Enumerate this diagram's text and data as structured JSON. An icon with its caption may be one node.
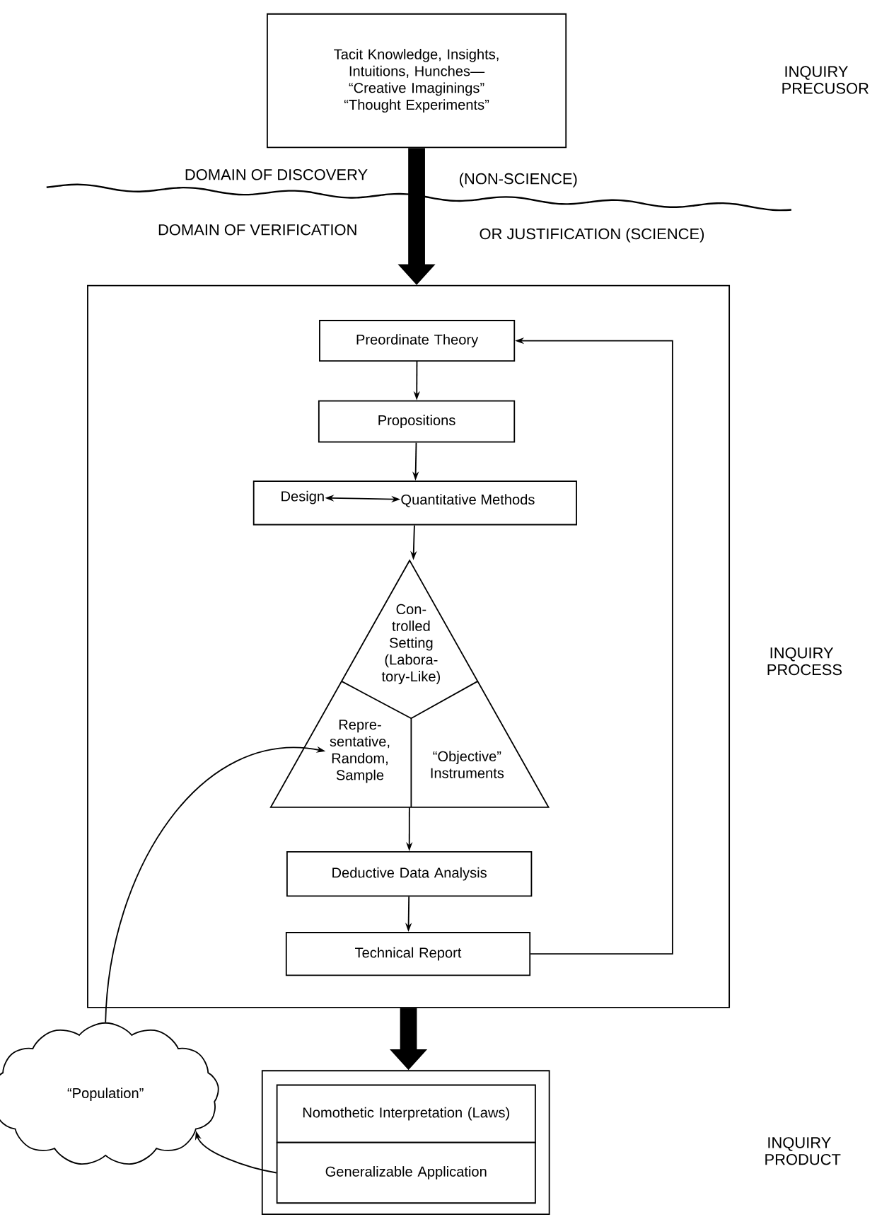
{
  "diagram": {
    "nodes": [
      {
        "text": [
          "Tacit Knowledge, Insights, Intuitions, Hunches—",
          "“Creative Imaginings”",
          "“Thought Experiments”"
        ]
      },
      {
        "text": [],
        "shape": "box"
      },
      {
        "text": [
          "Preordinate Theory"
        ],
        "in": 1
      },
      {
        "text": [
          "Propositions"
        ],
        "in": 1
      },
      {
        "text": [],
        "shape": "box",
        "in": 1
      },
      {
        "text": [
          "Design"
        ],
        "in": 4
      },
      {
        "text": [
          "Quantitative Methods"
        ],
        "in": 4
      },
      {
        "text": [],
        "shape": "triangle",
        "in": 1
      },
      {
        "text": [
          "Con- trolled Setting (Labora- tory-Like)"
        ],
        "in": 7
      },
      {
        "text": [
          "Repre- sentative, Random, Sample"
        ],
        "in": 7
      },
      {
        "text": [
          "“Objective” Instruments"
        ],
        "in": 7
      },
      {
        "text": [
          "Deductive Data Analysis"
        ],
        "in": 1
      },
      {
        "text": [
          "Technical Report"
        ],
        "in": 1
      },
      {
        "text": [
          "“Population”"
        ]
      },
      {
        "text": [],
        "shape": "box"
      },
      {
        "text": [
          "Nomothetic Interpretation (Laws)"
        ],
        "in": 14
      },
      {
        "text": [
          "Generalizable Application"
        ],
        "in": 14
      }
    ],
    "edges": [
      {
        "from": 0,
        "to": 1,
        "arrow": "to",
        "style": "thick"
      },
      {
        "from": 2,
        "to": 3,
        "arrow": "to"
      },
      {
        "from": 3,
        "to": 4,
        "arrow": "to"
      },
      {
        "from": 5,
        "to": 6,
        "arrow": "both"
      },
      {
        "from": 4,
        "to": 7,
        "arrow": "to"
      },
      {
        "from": 7,
        "to": 11,
        "arrow": "to"
      },
      {
        "from": 11,
        "to": 12,
        "arrow": "to"
      },
      {
        "from": 12,
        "to": 2,
        "arrow": "to"
      },
      {
        "from": 1,
        "to": 14,
        "arrow": "to",
        "style": "thick"
      },
      {
        "from": 13,
        "to": 9,
        "arrow": "to"
      },
      {
        "from": 16,
        "to": 13,
        "arrow": "to"
      }
    ],
    "labels": [
      "INQUIRY PRECUSOR",
      "DOMAIN OF DISCOVERY",
      "(NON-SCIENCE)",
      "DOMAIN OF VERIFICATION",
      "OR JUSTIFICATION (SCIENCE)",
      "INQUIRY PROCESS",
      "INQUIRY PRODUCT"
    ]
  }
}
